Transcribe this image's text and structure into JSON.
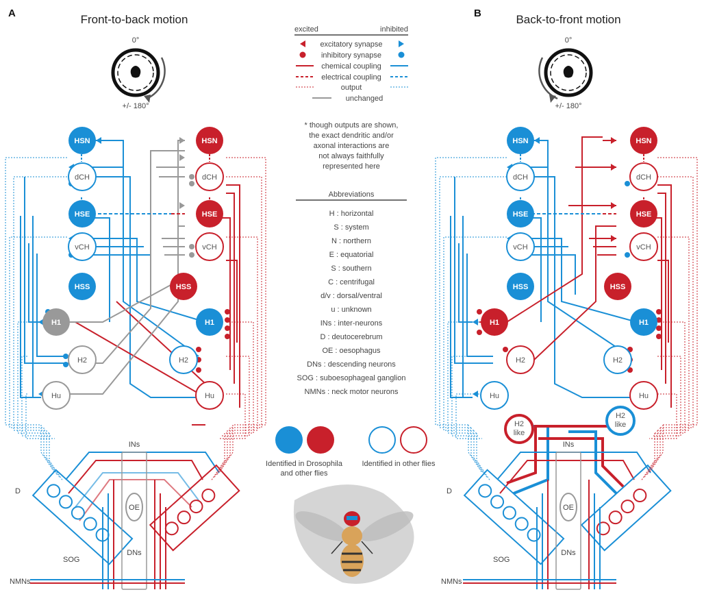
{
  "panel_a": {
    "letter": "A",
    "title": "Front-to-back motion",
    "angle_top": "0°",
    "angle_bottom": "+/- 180°"
  },
  "panel_b": {
    "letter": "B",
    "title": "Back-to-front motion",
    "angle_top": "0°",
    "angle_bottom": "+/- 180°"
  },
  "legend": {
    "excited": "excited",
    "inhibited": "inhibited",
    "items": [
      "excitatory synapse",
      "inhibitory synapse",
      "chemical coupling",
      "electrical coupling",
      "output",
      "unchanged"
    ],
    "note": [
      "* though outputs are shown,",
      "the exact dendritic and/or",
      "axonal interactions are",
      "not always faithfully",
      "represented here"
    ]
  },
  "abbreviations": {
    "title": "Abbreviations",
    "items": [
      "H : horizontal",
      "S : system",
      "N : northern",
      "E : equatorial",
      "S : southern",
      "C : centrifugal",
      "d/v : dorsal/ventral",
      "u : unknown",
      "INs : inter-neurons",
      "D : deutocerebrum",
      "OE : oesophagus",
      "DNs : descending neurons",
      "SOG : suboesophageal ganglion",
      "NMNs : neck motor neurons"
    ]
  },
  "identified": {
    "filled_line1": "Identified in Drosophila",
    "filled_line2": "and other flies",
    "open": "Identified in  other flies"
  },
  "neurons": {
    "HSN": "HSN",
    "dCH": "dCH",
    "HSE": "HSE",
    "vCH": "vCH",
    "HSS": "HSS",
    "H1": "H1",
    "H2": "H2",
    "Hu": "Hu",
    "H2like_1": "H2",
    "H2like_2": "like"
  },
  "regions": {
    "INs": "INs",
    "D": "D",
    "OE": "OE",
    "DNs": "DNs",
    "SOG": "SOG",
    "NMNs": "NMNs"
  },
  "colors": {
    "blue": "#1a8fd6",
    "red": "#c8202b",
    "gray": "#999999",
    "fly_body": "#d9a35a",
    "fly_shadow": "#d5d5d5"
  }
}
